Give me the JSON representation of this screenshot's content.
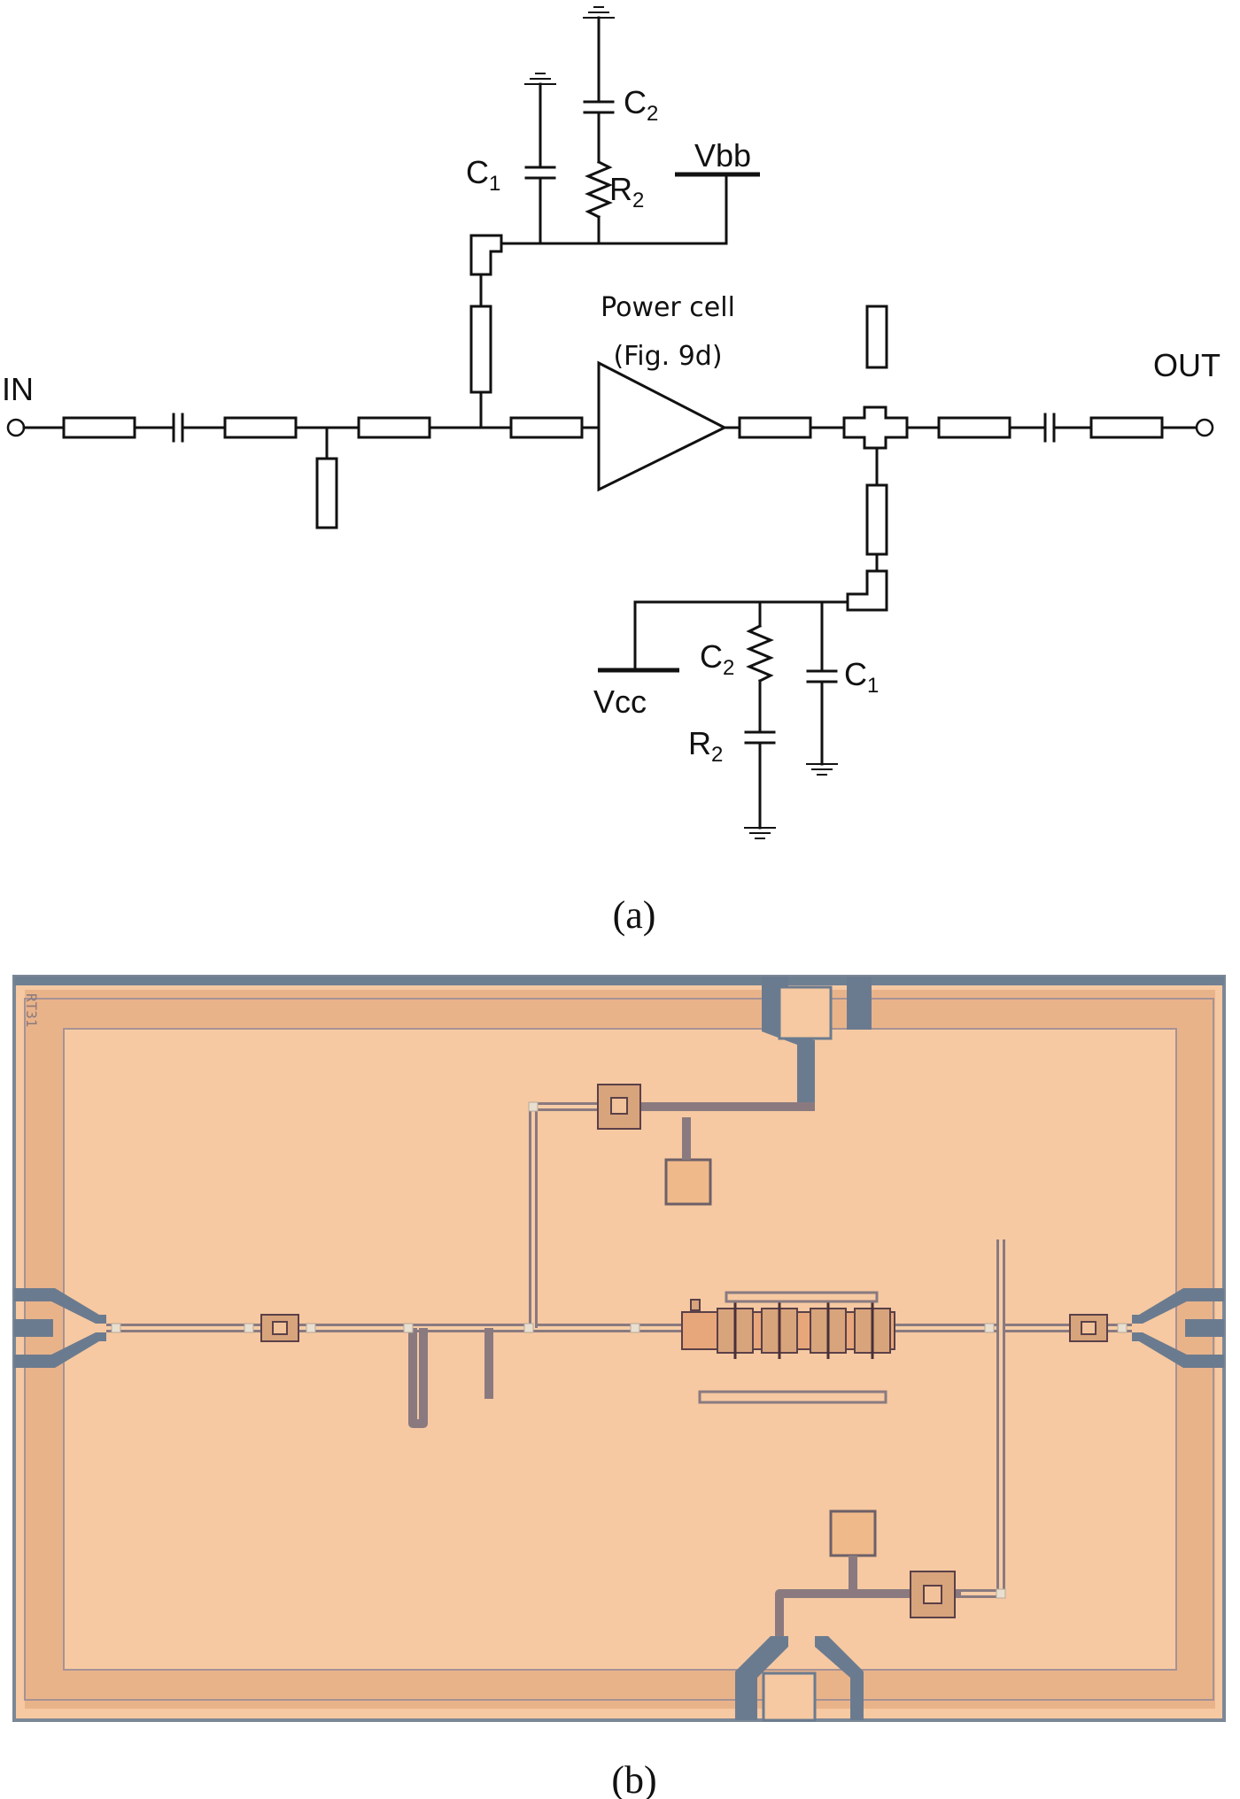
{
  "panel_a": {
    "caption": "(a)",
    "labels": {
      "in": "IN",
      "out": "OUT",
      "vbb": "Vbb",
      "vcc": "Vcc",
      "power_cell_line1": "Power cell",
      "power_cell_line2": "(Fig. 9d)"
    },
    "top_bias": {
      "c1_main": "C",
      "c1_sub": "1",
      "c2_main": "C",
      "c2_sub": "2",
      "r2_main": "R",
      "r2_sub": "2"
    },
    "bottom_bias": {
      "c2_main": "C",
      "c2_sub": "2",
      "c1_main": "C",
      "c1_sub": "1",
      "r2_main": "R",
      "r2_sub": "2"
    }
  },
  "panel_b": {
    "caption": "(b)",
    "die_marking": "RT31",
    "colors": {
      "substrate": "#f4c49c",
      "frame": "#efbd93",
      "metal_outline": "#8a7a80",
      "probe_pad": "#6b7b8f"
    }
  }
}
